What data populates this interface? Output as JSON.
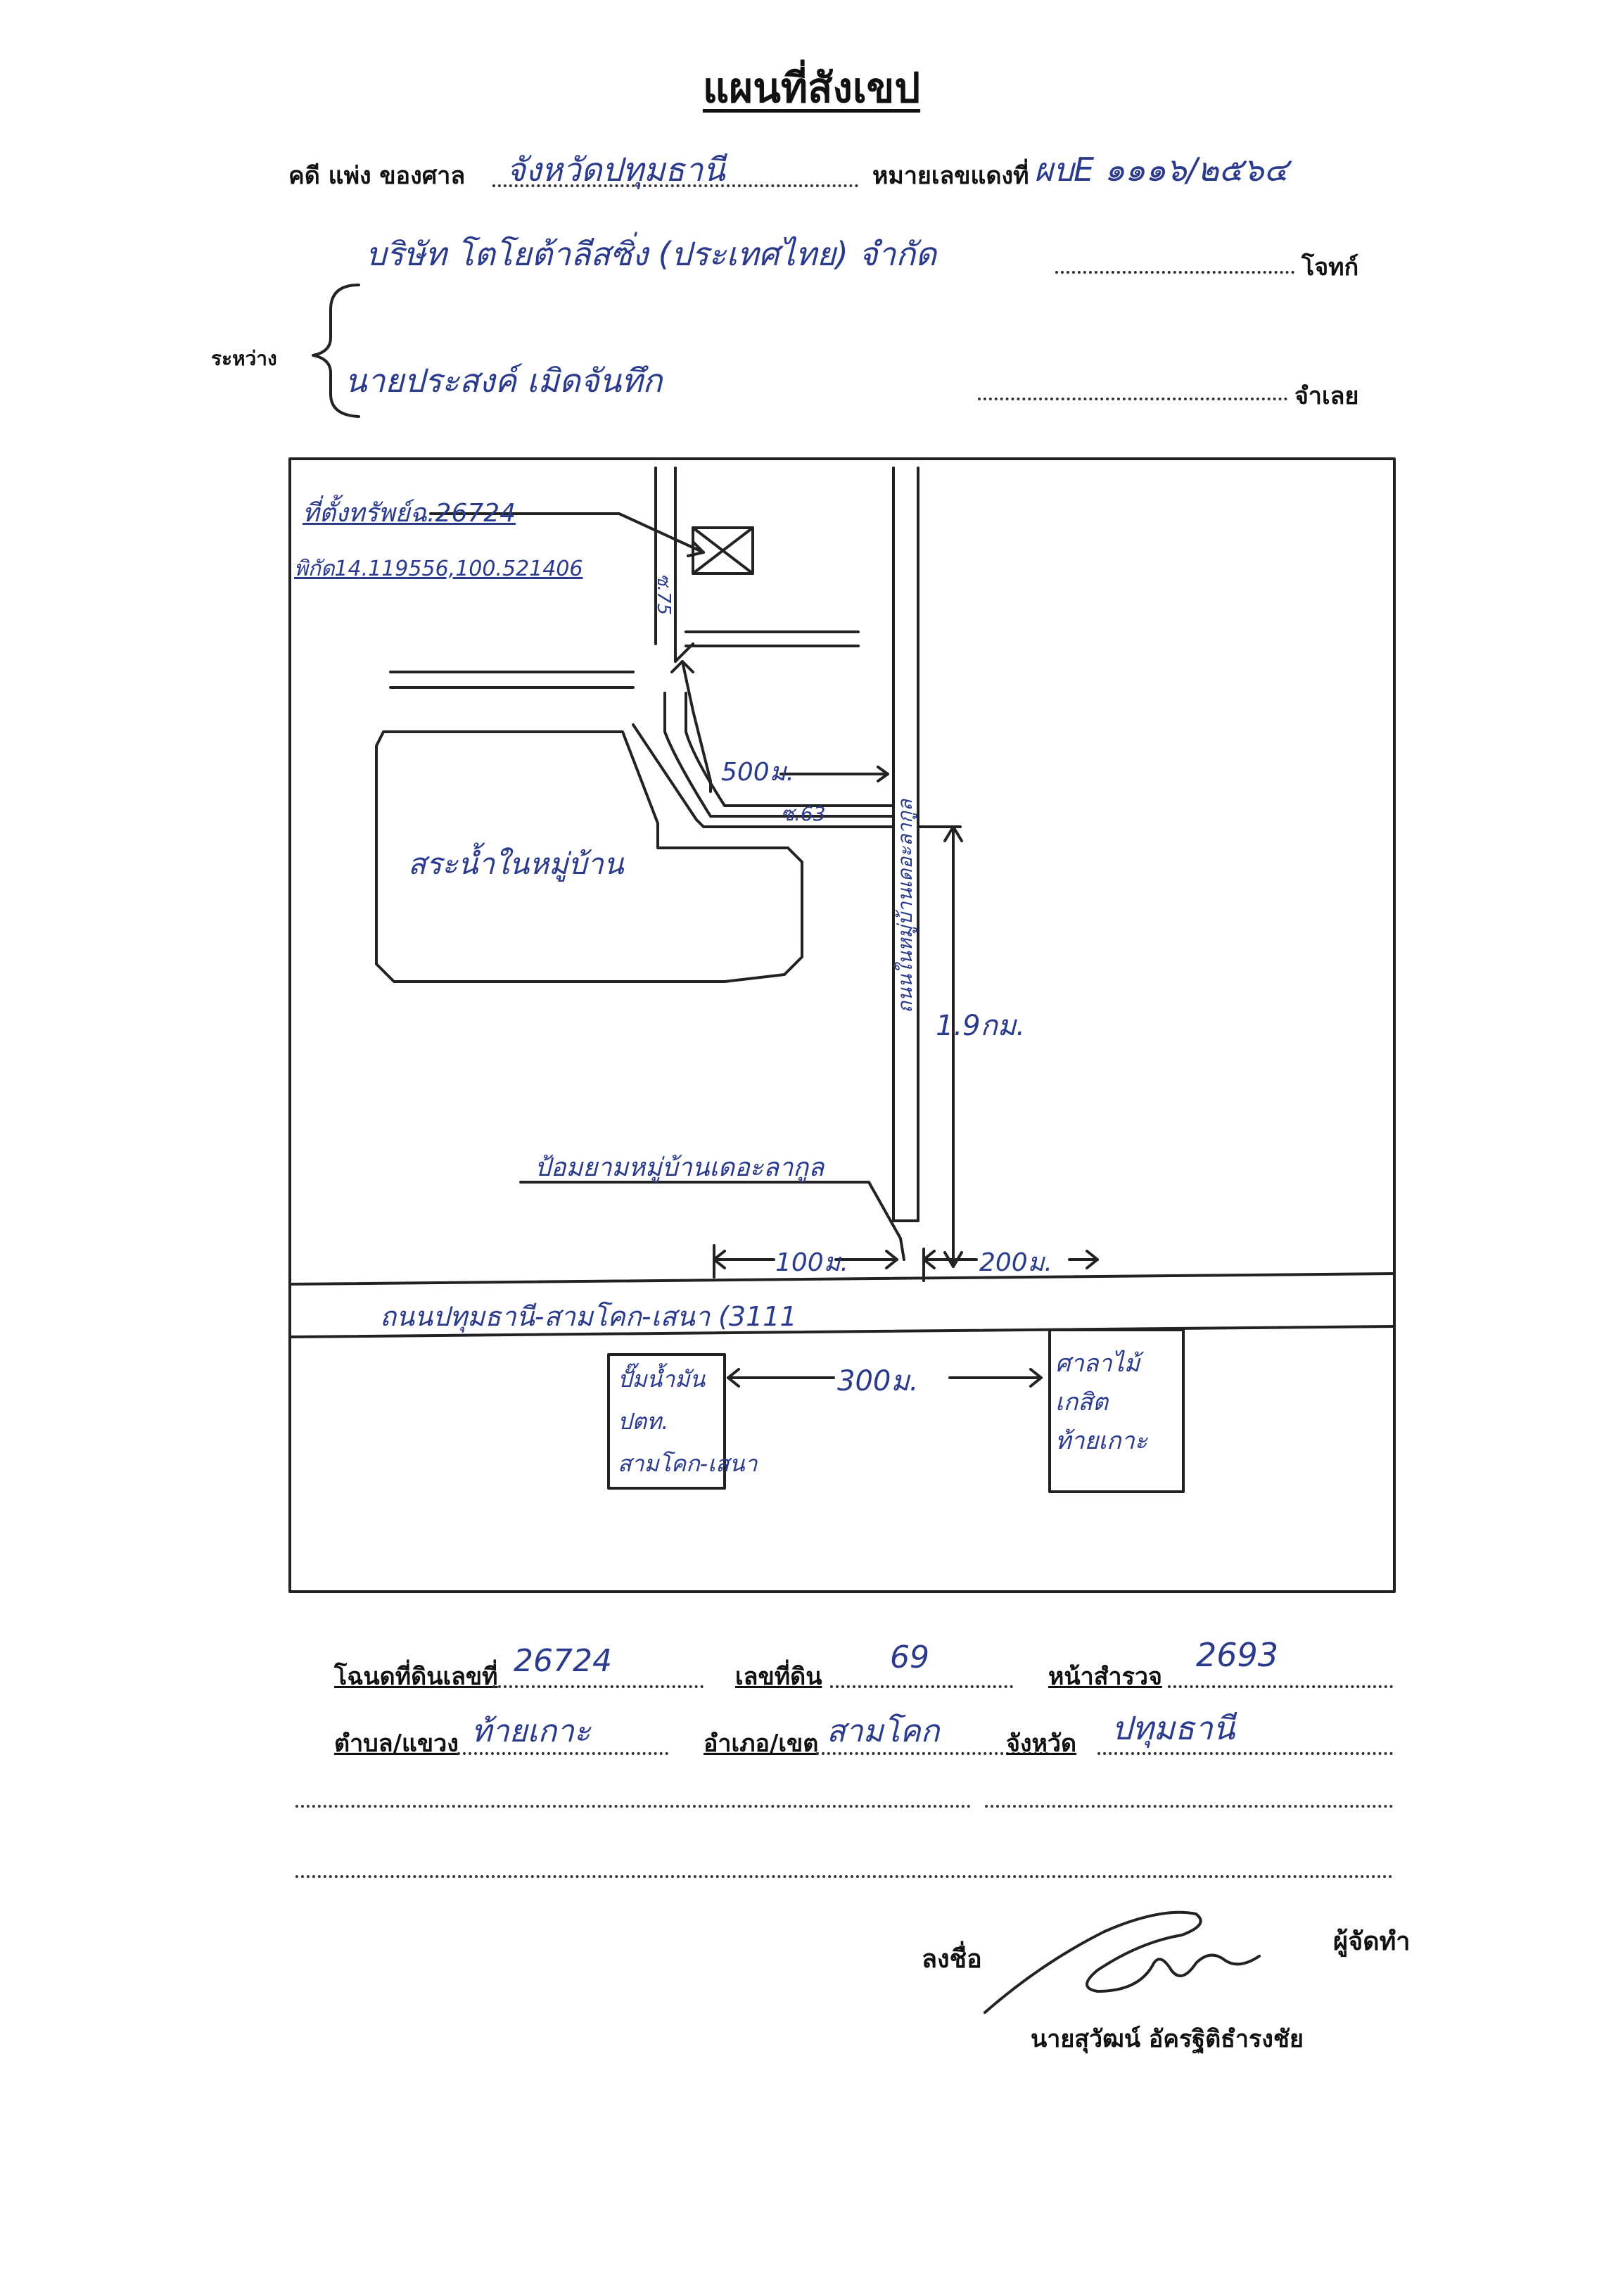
{
  "title": "แผนที่สังเขป",
  "header": {
    "line1_prefix": "คดี แพ่ง ของศาล",
    "court": "จังหวัดปทุมธานี",
    "case_no_label": "หมายเลขแดงที่",
    "case_no": "ผบE ๑๑๑๖/๒๕๖๔",
    "between_label": "ระหว่าง",
    "plaintiff": "บริษัท โตโยต้าลีสซิ่ง (ประเทศไทย) จำกัด",
    "plaintiff_role": "โจทก์",
    "defendant": "นายประสงค์ เมิดจันทึก",
    "defendant_role": "จำเลย"
  },
  "map": {
    "property_location": "ที่ตั้งทรัพย์ฉ.26724",
    "coordinates": "พิกัด14.119556,100.521406",
    "soi_top": "ซ.75",
    "dist_500": "500ม.",
    "soi_63": "ซ.63",
    "village_road": "ถนนในหมู่บ้านเดอะลากูล",
    "pond": "สระน้ำในหมู่บ้าน",
    "dist_1_9km": "1.9กม.",
    "village_gate": "ป้อมยามหมู่บ้านเดอะลากูล",
    "dist_100": "100ม.",
    "dist_200": "200ม.",
    "main_road": "ถนนปทุมธานี-สามโคก-เสนา (3111",
    "gas_station": [
      "ปั๊มน้ำมัน",
      "ปตท.",
      "สามโคก-เสนา"
    ],
    "dist_300": "300ม.",
    "hospital": [
      "ศาลาไม้",
      "เกสิต",
      "ท้ายเกาะ"
    ]
  },
  "footer": {
    "deed_label": "โฉนดที่ดินเลขที่",
    "deed_no": "26724",
    "land_no_label": "เลขที่ดิน",
    "land_no": "69",
    "survey_label": "หน้าสำรวจ",
    "survey_no": "2693",
    "subdistrict_label": "ตำบล/แขวง",
    "subdistrict": "ท้ายเกาะ",
    "district_label": "อำเภอ/เขต",
    "district": "สามโคก",
    "province_label": "จังหวัด",
    "province": "ปทุมธานี",
    "sign_label": "ลงชื่อ",
    "maker_label": "ผู้จัดทำ",
    "signer_name": "นายสุวัฒน์ อัครฐิติธำรงชัย"
  },
  "colors": {
    "ink": "#2a3a8c",
    "print": "#111111"
  }
}
